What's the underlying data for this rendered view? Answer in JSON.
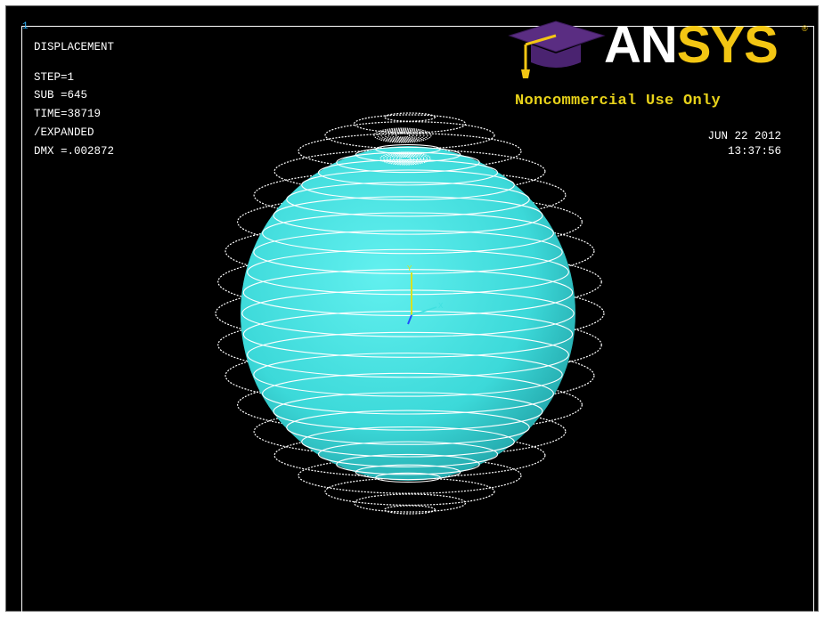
{
  "window": {
    "number": "1"
  },
  "plot_info": {
    "result": "DISPLACEMENT",
    "step": "STEP=1",
    "substep": "SUB =645",
    "time": "TIME=38719",
    "mode": "/EXPANDED",
    "dmx": "DMX =.002872"
  },
  "timestamp": {
    "date": "JUN 22 2012",
    "time": "13:37:56"
  },
  "logo": {
    "word_part1": "AN",
    "word_part2": "SYS",
    "registered": "®",
    "notice": "Noncommercial Use Only",
    "colors": {
      "cap": "#5a2d82",
      "accent": "#f3c613"
    }
  },
  "triad": {
    "y_label": "Y",
    "x_label": "X"
  },
  "colors": {
    "background": "#000000",
    "sphere": "#40e0e0",
    "contour_lines": "#ffffff",
    "window_number": "#33b9ff"
  }
}
